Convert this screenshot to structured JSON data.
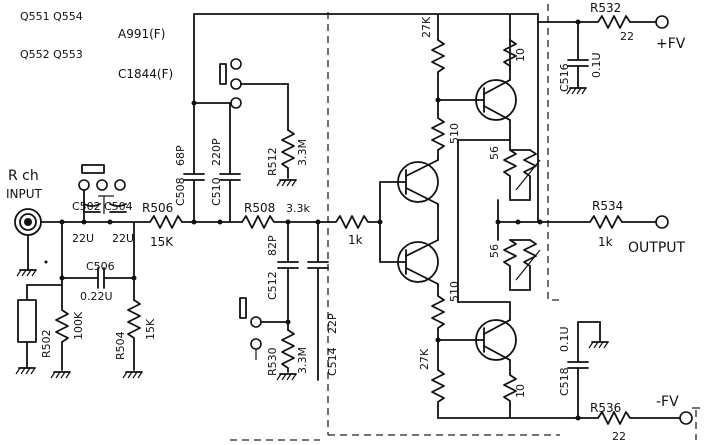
{
  "transistors": {
    "group1": "Q551 Q554",
    "group2": "Q552 Q553",
    "type1": "A991(F)",
    "type2": "C1844(F)"
  },
  "input": {
    "line1": "R ch",
    "line2": "INPUT"
  },
  "output": {
    "label": "OUTPUT"
  },
  "supplies": {
    "pos": "+FV",
    "neg": "-FV"
  },
  "components": {
    "C502": "C502",
    "C504": "C504",
    "C502_val": "22U",
    "C504_val": "22U",
    "C506": "C506",
    "C506_val": "0.22U",
    "R502": "R502",
    "R502_val": "100K",
    "R504": "R504",
    "R504_val": "15K",
    "R506": "R506",
    "R506_val": "15K",
    "C508": "C508",
    "C508_val": "68P",
    "C510": "C510",
    "C510_val": "220P",
    "R512": "R512",
    "R512_val": "3.3M",
    "R508": "R508",
    "R508_val": "3.3k",
    "C512": "C512",
    "C512_val": "82P",
    "C514": "C514",
    "C514_val": "22P",
    "R530": "R530",
    "R530_val": "3.3M",
    "R_1k": "1k",
    "R_27k_top": "27K",
    "R_27k_bot": "27K",
    "R_510_top": "510",
    "R_510_bot": "510",
    "R_10_top": "10",
    "R_10_bot": "10",
    "R_56_top": "56",
    "R_56_bot": "56",
    "C516": "C516",
    "C516_val": "0.1U",
    "C518": "C518",
    "C518_val": "0.1U",
    "R532": "R532",
    "R532_val": "22",
    "R534": "R534",
    "R534_val": "1k",
    "R536": "R536",
    "R536_val": "22"
  }
}
